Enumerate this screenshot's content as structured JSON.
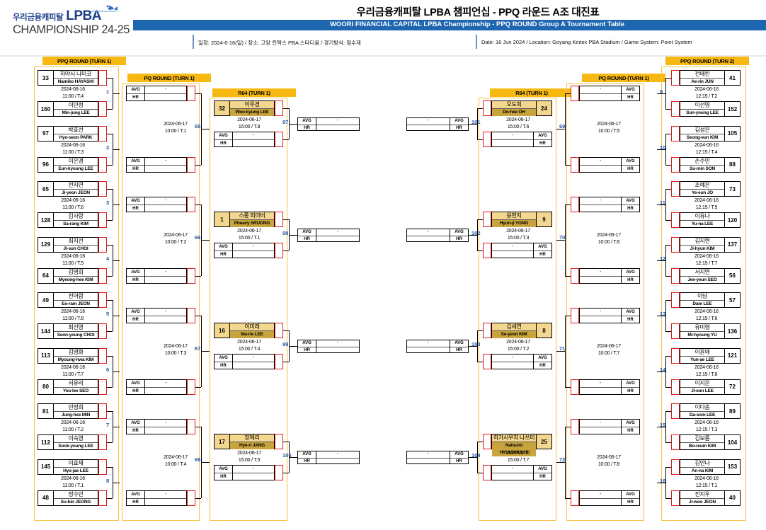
{
  "header": {
    "logo_kr": "우리금융캐피탈",
    "logo_lpba": "LPBA",
    "logo_champ": "CHAMPIONSHIP 24-25",
    "title_kr": "우리금융캐피탈 LPBA 챔피언십 - PPQ 라운드 A조 대진표",
    "title_en": "WOORI FINANCIAL CAPITAL LPBA Championship - PPQ ROUND Group A Tournament Table",
    "meta_kr": "일정: 2024-6-16(일) / 장소: 고양 킨텍스 PBA 스타디움 / 경기방식: 점수제",
    "meta_en": "Date: 16 Jun 2024 / Location: Goyang Kintex PBA Stadium / Game System: Point System",
    "brand_blue": "#1f66b0",
    "accent_yellow": "#f6b811"
  },
  "column_headers": {
    "ppq_turn1": "PPQ ROUND (TURN 1)",
    "pq_turn1_left": "PQ ROUND (TURN 1)",
    "r64_left": "R64 (TURN 1)",
    "r64_right": "R64 (TURN 1)",
    "pq_turn1_right": "PQ ROUND (TURN 1)",
    "ppq_turn2": "PPQ ROUND (TURN 2)"
  },
  "labels": {
    "avg": "AVG",
    "hr": "HR",
    "dash": "-"
  },
  "ppq_turn1_matches": [
    {
      "num": "1",
      "date": "2024-06-16",
      "time": "11:00 / T.4",
      "p1": {
        "seed": "33",
        "kr": "하야시 나미코",
        "en": "Namiko HAYASHI"
      },
      "p2": {
        "seed": "160",
        "kr": "이민정",
        "en": "Min-jung LEE"
      }
    },
    {
      "num": "2",
      "date": "2024-06-16",
      "time": "11:00 / T.3",
      "p1": {
        "seed": "97",
        "kr": "박효선",
        "en": "Hyo-seon PARK"
      },
      "p2": {
        "seed": "96",
        "kr": "이은경",
        "en": "Eun-kyoung LEE"
      }
    },
    {
      "num": "3",
      "date": "2024-06-16",
      "time": "11:00 / T.6",
      "p1": {
        "seed": "65",
        "kr": "전지연",
        "en": "Ji-yeon JEON"
      },
      "p2": {
        "seed": "128",
        "kr": "김사랑",
        "en": "Sa-rang KIM"
      }
    },
    {
      "num": "4",
      "date": "2024-06-16",
      "time": "11:00 / T.5",
      "p1": {
        "seed": "129",
        "kr": "최지선",
        "en": "Ji-sun CHOI"
      },
      "p2": {
        "seed": "64",
        "kr": "김명희",
        "en": "Myeong-hee KIM"
      }
    },
    {
      "num": "5",
      "date": "2024-06-16",
      "time": "11:00 / T.8",
      "p1": {
        "seed": "49",
        "kr": "전어람",
        "en": "Eo-ram JEON"
      },
      "p2": {
        "seed": "144",
        "kr": "최선영",
        "en": "Seon-young CHOI"
      }
    },
    {
      "num": "6",
      "date": "2024-06-16",
      "time": "11:00 / T.7",
      "p1": {
        "seed": "113",
        "kr": "김명화",
        "en": "Myoung-hwa KIM"
      },
      "p2": {
        "seed": "80",
        "kr": "서유리",
        "en": "You-lee SEO"
      }
    },
    {
      "num": "7",
      "date": "2024-06-16",
      "time": "11:00 / T.2",
      "p1": {
        "seed": "81",
        "kr": "민정희",
        "en": "Jung-hee MIN"
      },
      "p2": {
        "seed": "112",
        "kr": "이숙영",
        "en": "Sook-young LEE"
      }
    },
    {
      "num": "8",
      "date": "2024-06-16",
      "time": "11:00 / T.1",
      "p1": {
        "seed": "145",
        "kr": "이효재",
        "en": "Hyo-jae LEE"
      },
      "p2": {
        "seed": "48",
        "kr": "정수빈",
        "en": "Su-bin JEONG"
      }
    }
  ],
  "ppq_turn2_matches": [
    {
      "num": "9",
      "date": "2024-06-16",
      "time": "12:15 / T.2",
      "p1": {
        "seed": "41",
        "kr": "전애린",
        "en": "Ae-rin JUN"
      },
      "p2": {
        "seed": "152",
        "kr": "이선영",
        "en": "Sun-young LEE"
      }
    },
    {
      "num": "10",
      "date": "2024-06-16",
      "time": "12:15 / T.4",
      "p1": {
        "seed": "105",
        "kr": "김성은",
        "en": "Seong-eun KIM"
      },
      "p2": {
        "seed": "88",
        "kr": "손수민",
        "en": "Su-min SON"
      }
    },
    {
      "num": "11",
      "date": "2024-06-16",
      "time": "12:15 / T.5",
      "p1": {
        "seed": "73",
        "kr": "조예은",
        "en": "Ye-eun JO"
      },
      "p2": {
        "seed": "120",
        "kr": "이유나",
        "en": "Yu-na LEE"
      }
    },
    {
      "num": "12",
      "date": "2024-06-16",
      "time": "12:15 / T.7",
      "p1": {
        "seed": "137",
        "kr": "김지현",
        "en": "Ji-hyun KIM"
      },
      "p2": {
        "seed": "56",
        "kr": "서지연",
        "en": "Jee-yeun SEO"
      }
    },
    {
      "num": "13",
      "date": "2024-06-16",
      "time": "12:15 / T.6",
      "p1": {
        "seed": "57",
        "kr": "이담",
        "en": "Dam LEE"
      },
      "p2": {
        "seed": "136",
        "kr": "유미형",
        "en": "Mi-hyoung YU"
      }
    },
    {
      "num": "14",
      "date": "2024-06-16",
      "time": "12:15 / T.8",
      "p1": {
        "seed": "121",
        "kr": "이윤애",
        "en": "Yun-ae LEE"
      },
      "p2": {
        "seed": "72",
        "kr": "이지은",
        "en": "Ji-eun LEE"
      }
    },
    {
      "num": "15",
      "date": "2024-06-16",
      "time": "12:15 / T.3",
      "p1": {
        "seed": "89",
        "kr": "이다솜",
        "en": "Da-som LEE"
      },
      "p2": {
        "seed": "104",
        "kr": "김보름",
        "en": "Bo-reum KIM"
      }
    },
    {
      "num": "16",
      "date": "2024-06-16",
      "time": "12:15 / T.1",
      "p1": {
        "seed": "153",
        "kr": "김안나",
        "en": "An-na KIM"
      },
      "p2": {
        "seed": "40",
        "kr": "전지우",
        "en": "Ji-woo JEON"
      }
    }
  ],
  "pq_left_matches": [
    {
      "num": "65",
      "date": "2024-06-17",
      "time": "10:00 / T.1"
    },
    {
      "num": "66",
      "date": "2024-06-17",
      "time": "10:00 / T.2"
    },
    {
      "num": "67",
      "date": "2024-06-17",
      "time": "10:00 / T.3"
    },
    {
      "num": "68",
      "date": "2024-06-17",
      "time": "10:00 / T.4"
    }
  ],
  "pq_right_matches": [
    {
      "num": "69",
      "date": "2024-06-17",
      "time": "10:00 / T.5"
    },
    {
      "num": "70",
      "date": "2024-06-17",
      "time": "10:00 / T.6"
    },
    {
      "num": "71",
      "date": "2024-06-17",
      "time": "10:00 / T.7"
    },
    {
      "num": "72",
      "date": "2024-06-17",
      "time": "10:00 / T.8"
    }
  ],
  "r64_left_matches": [
    {
      "num": "97",
      "date": "2024-06-17",
      "time": "15:00 / T.8",
      "player": {
        "seed": "32",
        "kr": "이우경",
        "en": "Woo-kyung LEE"
      }
    },
    {
      "num": "98",
      "date": "2024-06-17",
      "time": "15:00 / T.1",
      "player": {
        "seed": "1",
        "kr": "스롱 피아비",
        "en": "Pheavy SRUONG"
      }
    },
    {
      "num": "99",
      "date": "2024-06-17",
      "time": "15:00 / T.4",
      "player": {
        "seed": "16",
        "kr": "이미래",
        "en": "Ma-rie LEE"
      }
    },
    {
      "num": "100",
      "date": "2024-06-17",
      "time": "15:00 / T.5",
      "player": {
        "seed": "17",
        "kr": "장혜리",
        "en": "Hye-ri JANG"
      }
    }
  ],
  "r64_right_matches": [
    {
      "num": "101",
      "date": "2024-06-17",
      "time": "15:00 / T.6",
      "player": {
        "seed": "24",
        "kr": "오도희",
        "en": "Do-hee OH"
      }
    },
    {
      "num": "102",
      "date": "2024-06-17",
      "time": "15:00 / T.3",
      "player": {
        "seed": "9",
        "kr": "용현지",
        "en": "Hyun-ji YONG"
      }
    },
    {
      "num": "103",
      "date": "2024-06-17",
      "time": "15:00 / T.2",
      "player": {
        "seed": "8",
        "kr": "김세연",
        "en": "Se-yeon KIM"
      }
    },
    {
      "num": "104",
      "date": "2024-06-17",
      "time": "15:00 / T.7",
      "player": {
        "seed": "25",
        "kr": "히가시우치 나쓰미",
        "en": "Natsumi HIGASHIUCHI"
      }
    }
  ]
}
